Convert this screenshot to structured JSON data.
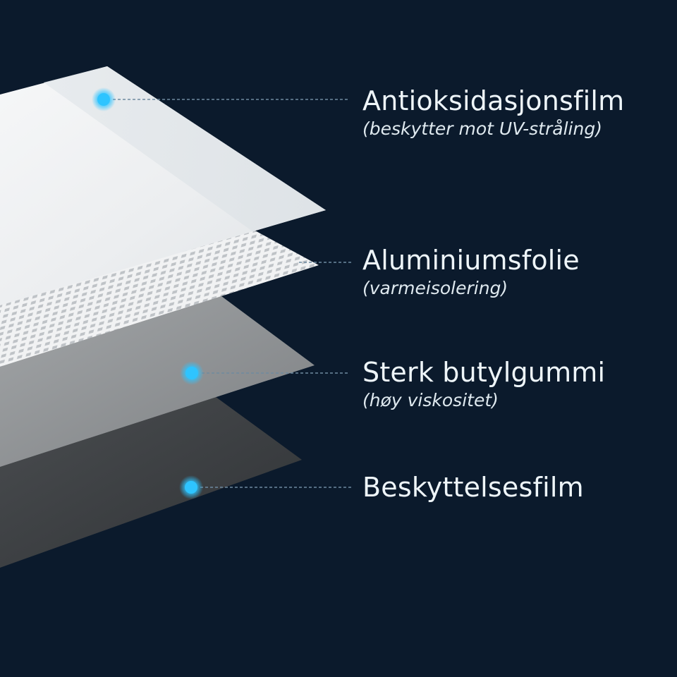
{
  "layers": [
    {
      "title": "Antioksidasjonsfilm",
      "subtitle": "(beskytter mot UV-stråling)",
      "color": "#f2f4f6"
    },
    {
      "title": "Aluminiumsfolie",
      "subtitle": "(varmeisolering)",
      "color": "#eef0f2"
    },
    {
      "title": "Sterk butylgummi",
      "subtitle": "(høy viskositet)",
      "color": "#8c8f91"
    },
    {
      "title": "Beskyttelsesfilm",
      "subtitle": "",
      "color": "#3a3d3f"
    }
  ],
  "colors": {
    "background": "#0b1a2c",
    "marker": "#2ec4ff",
    "leader_line": "#6e8aa0",
    "text": "#eef5f9"
  }
}
